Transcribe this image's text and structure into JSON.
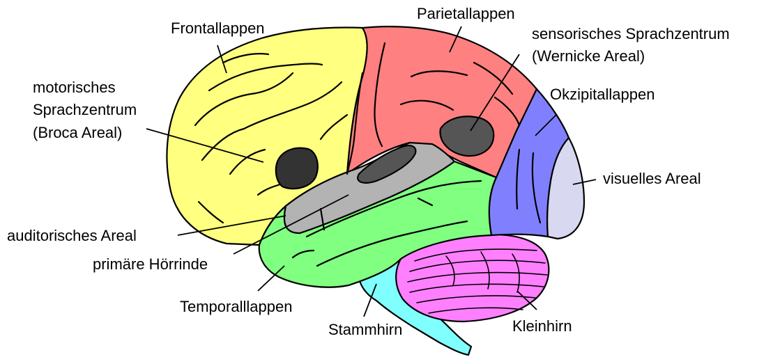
{
  "labels": {
    "frontal": "Frontallappen",
    "parietal": "Parietallappen",
    "wernicke_line1": "sensorisches Sprachzentrum",
    "wernicke_line2": "(Wernicke Areal)",
    "occipital": "Okzipitallappen",
    "broca_line1": "motorisches",
    "broca_line2": "Sprachzentrum",
    "broca_line3": "(Broca Areal)",
    "visual": "visuelles Areal",
    "auditory": "auditorisches Areal",
    "primary_auditory": "primäre Hörrinde",
    "temporal": "Temporalllappen",
    "brainstem": "Stammhirn",
    "cerebellum": "Kleinhirn"
  },
  "colors": {
    "frontal": "#ffff80",
    "parietal": "#ff8080",
    "occipital": "#8080ff",
    "visual": "#d8d8f0",
    "temporal": "#80ff80",
    "auditory": "#b3b3b3",
    "cerebellum": "#ff80ff",
    "brainstem": "#80ffff",
    "speech_centers": "#555555",
    "broca": "#333333"
  }
}
